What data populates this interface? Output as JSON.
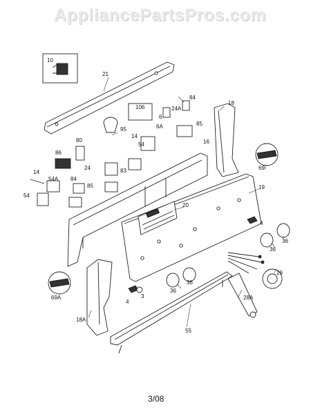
{
  "watermark": "AppliancePartsPros.com",
  "revision": "3/08",
  "callouts": [
    "10",
    "21",
    "106",
    "84",
    "24A",
    "18",
    "95",
    "6",
    "6A",
    "85",
    "80",
    "14",
    "54",
    "16",
    "86",
    "24",
    "83",
    "69",
    "14",
    "54A",
    "84",
    "85",
    "19",
    "54",
    "20",
    "4",
    "36",
    "36",
    "69A",
    "36",
    "29",
    "4",
    "3",
    "36",
    "28A",
    "18A",
    "55"
  ],
  "colors": {
    "line": "#222222",
    "watermark": "#e9e9e9"
  }
}
